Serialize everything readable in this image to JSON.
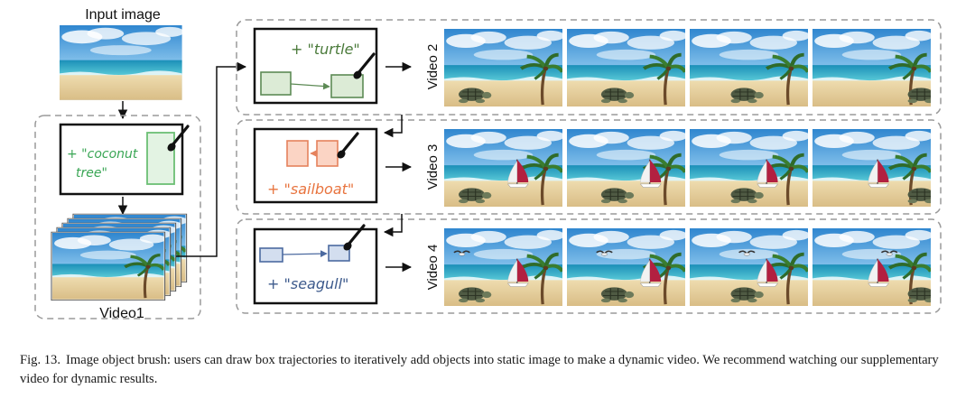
{
  "figure": {
    "input_label": "Input image",
    "video1_label": "Video1",
    "brush_step1_prompt_line1": "+ \"coconut",
    "brush_step1_prompt_line2": "tree\"",
    "rows": [
      {
        "video_label": "Video 2",
        "prompt": "+ \"turtle\"",
        "accent": "#4a7a3a",
        "box_fill": "#dcebd6",
        "box_stroke": "#5d8a55"
      },
      {
        "video_label": "Video 3",
        "prompt": "+ \"sailboat\"",
        "accent": "#e8743f",
        "box_fill": "#fbd4c4",
        "box_stroke": "#e5825d"
      },
      {
        "video_label": "Video 4",
        "prompt": "+ \"seagull\"",
        "accent": "#3d5a8c",
        "box_fill": "#d3deef",
        "box_stroke": "#4c6aa0"
      }
    ],
    "step1_accent": "#3aa655",
    "step1_box_fill": "#e3f3e3",
    "step1_box_stroke": "#6bbf74"
  },
  "caption": {
    "fig_number": "Fig. 13.",
    "text": "Image object brush: users can draw box trajectories to iteratively add objects into static image to make a dynamic video. We recommend watching our supplementary video for dynamic results."
  }
}
